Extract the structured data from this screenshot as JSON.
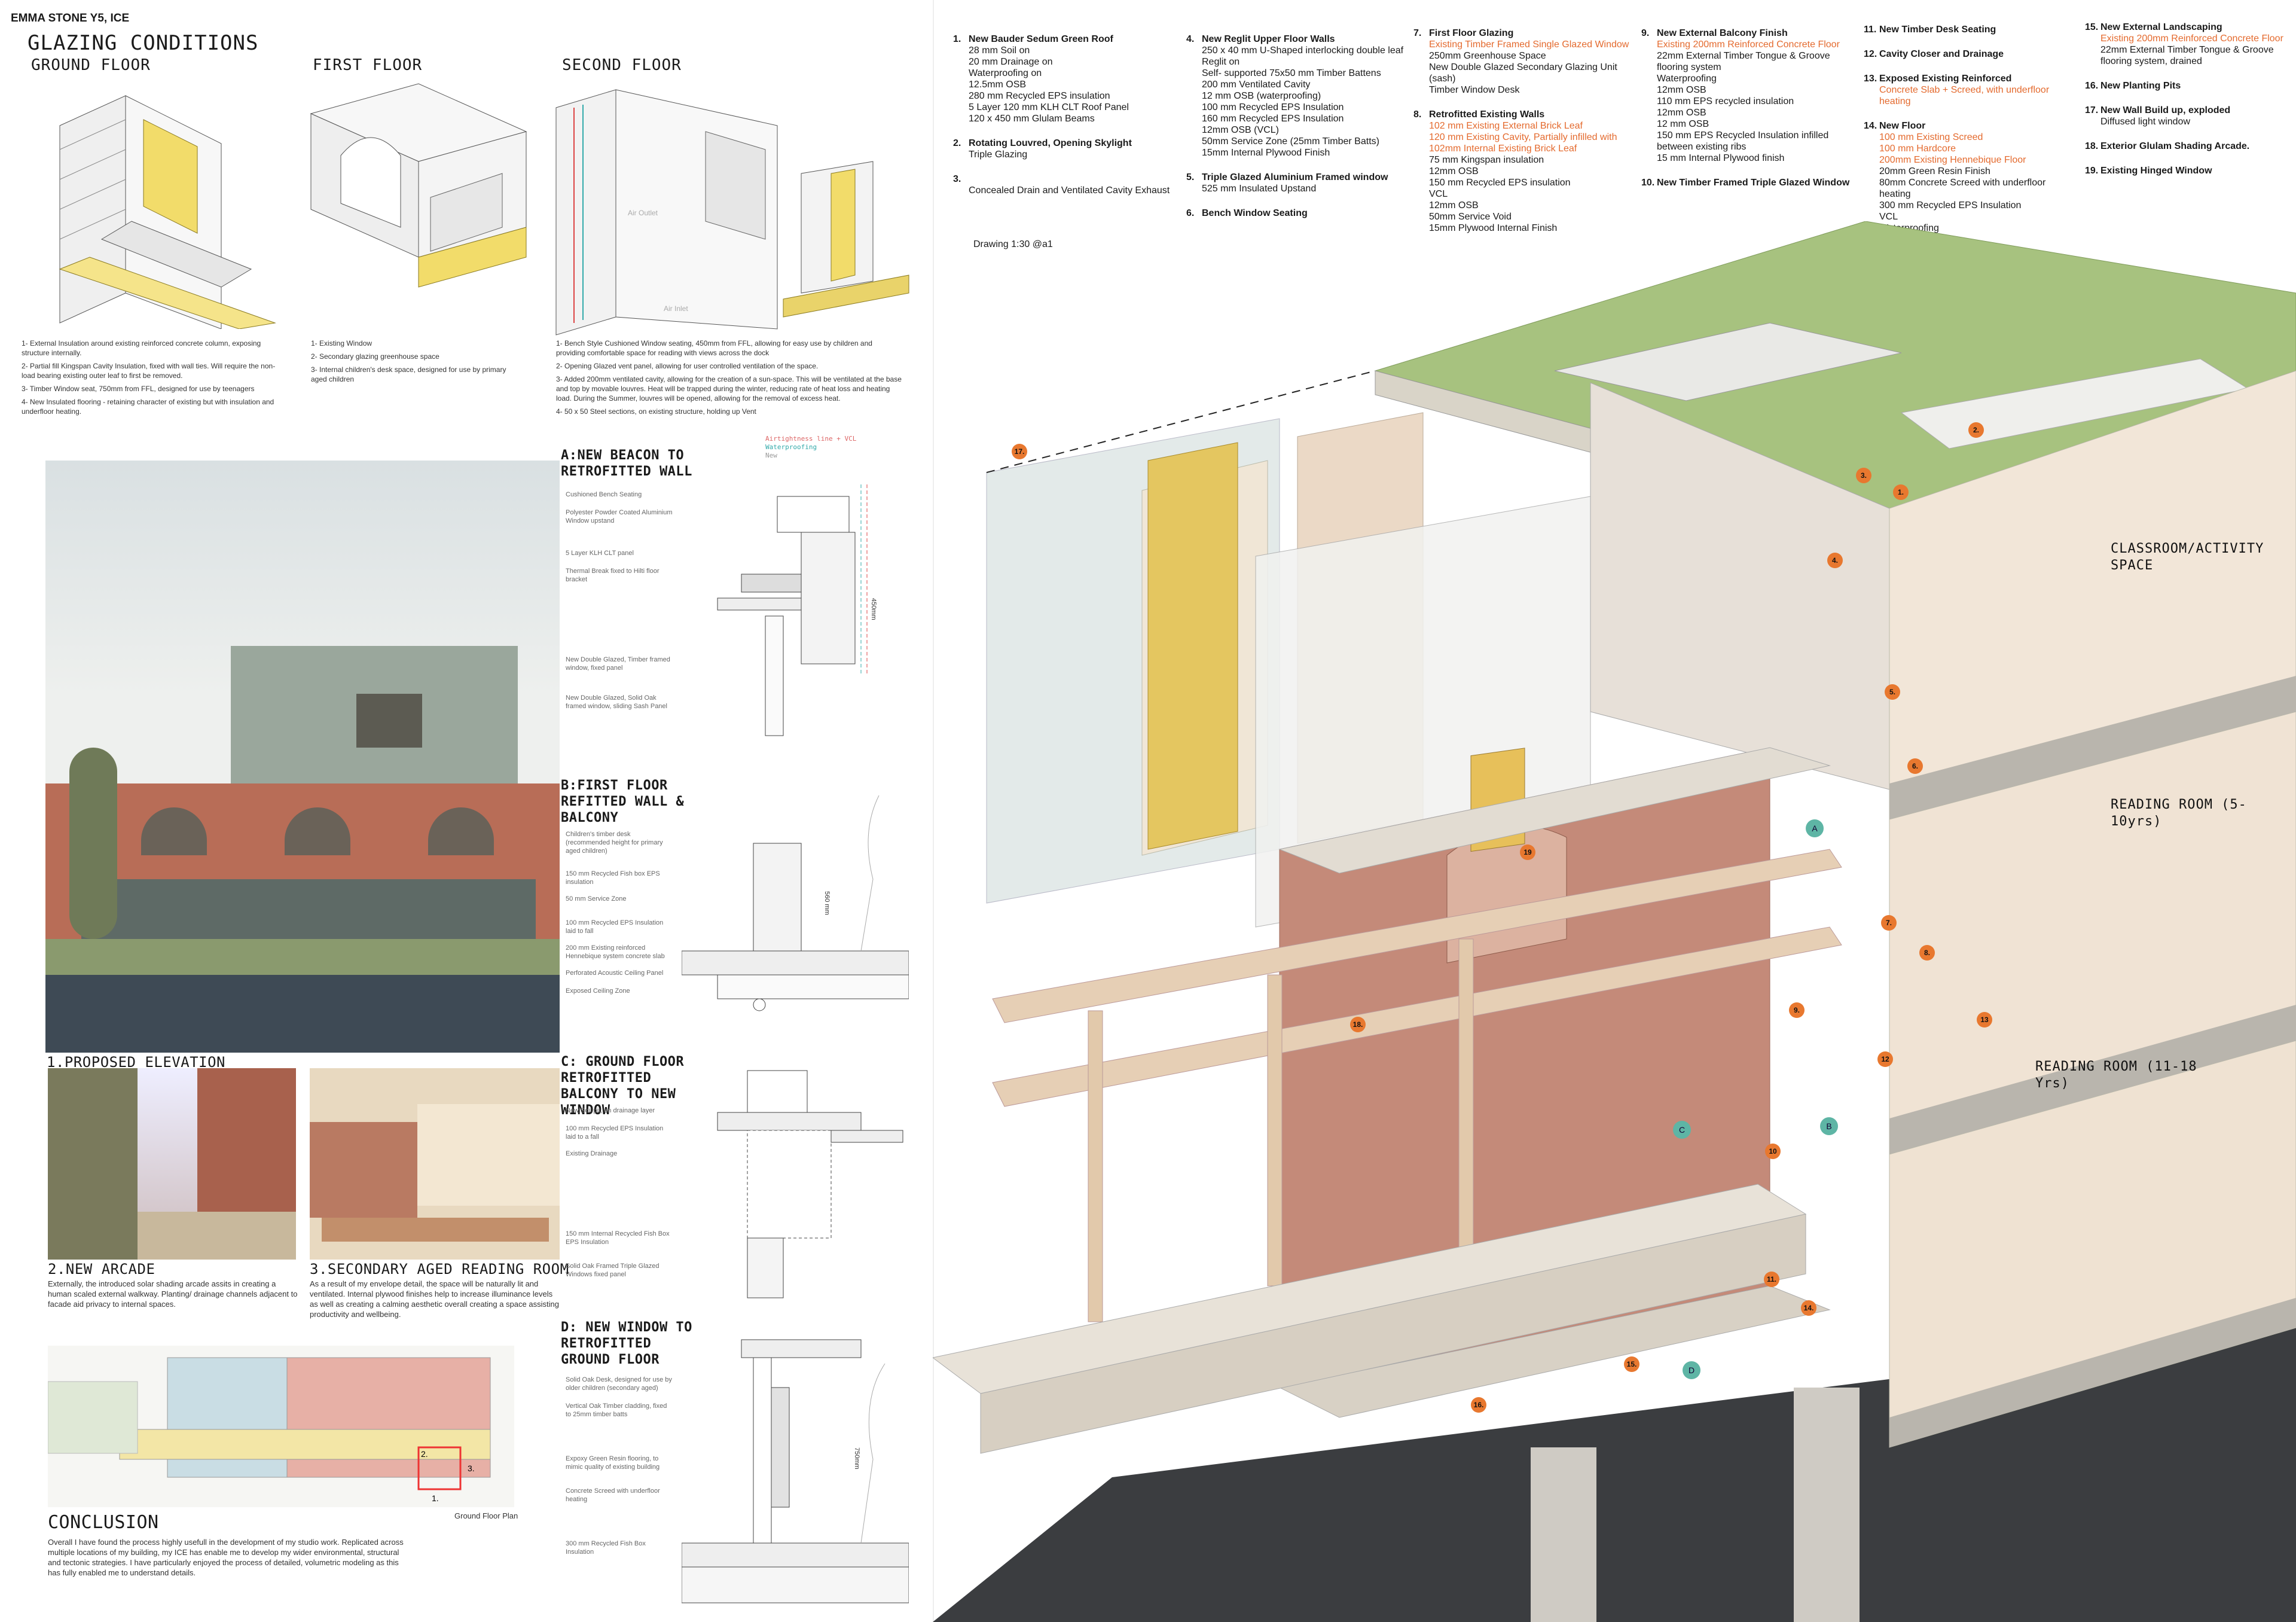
{
  "author": "EMMA STONE Y5, ICE",
  "title": "GLAZING CONDITIONS",
  "floors": [
    "GROUND FLOOR",
    "FIRST FLOOR",
    "SECOND FLOOR"
  ],
  "ground_notes": [
    "1- External Insulation around existing reinforced concrete column, exposing structure internally.",
    "2- Partial fill Kingspan Cavity Insulation, fixed with wall ties. Will require the non-load bearing existing outer leaf to first be removed.",
    "3- Timber Window seat, 750mm from FFL, designed for use by teenagers",
    "4- New Insulated flooring - retaining character of existing but with insulation and underfloor heating."
  ],
  "first_notes": [
    "1- Existing Window",
    "2- Secondary glazing greenhouse space",
    "3- Internal children's desk space, designed for use by primary aged children"
  ],
  "second_notes": [
    "1- Bench Style Cushioned Window seating, 450mm from FFL, allowing for easy use by children and providing comfortable space for reading with views across the dock",
    "2- Opening Glazed vent panel, allowing for user controlled ventilation of the space.",
    "3- Added 200mm ventilated cavity, allowing for the creation of a sun-space. This will be ventilated at the base and top by movable louvres. Heat will be trapped during the winter, reducing rate of heat loss and heating load. During the Summer, louvres will be opened, allowing for the removal of excess heat.",
    "4- 50 x 50 Steel sections, on existing structure, holding up Vent"
  ],
  "air_labels": [
    "Air Outlet",
    "Air Inlet"
  ],
  "detail_sections": [
    {
      "title": "A:NEW BEACON TO RETROFITTED WALL",
      "labels": [
        "Cushioned Bench Seating",
        "Polyester Powder Coated Aluminium Window upstand",
        "5 Layer KLH CLT panel",
        "Thermal Break fixed to Hilti floor bracket",
        "New Double Glazed, Timber framed window, fixed panel",
        "New Double Glazed, Solid Oak framed window, sliding Sash Panel"
      ],
      "dim": "450mm"
    },
    {
      "title": "B:FIRST FLOOR REFITTED WALL & BALCONY",
      "labels": [
        "Children's timber desk (recommended height for primary aged children)",
        "150 mm Recycled Fish box EPS insulation",
        "50 mm Service Zone",
        "100 mm Recycled EPS Insulation laid to fall",
        "200 mm Existing reinforced Hennebique system concrete slab",
        "Perforated Acoustic Ceiling Panel",
        "Exposed Ceiling Zone"
      ],
      "dim": "560 mm"
    },
    {
      "title": "C: GROUND FLOOR RETROFITTED BALCONY TO NEW WINDOW",
      "labels": [
        "New Soil pit, on drainage layer",
        "100 mm Recycled EPS Insulation laid to a fall",
        "Existing Drainage",
        "150 mm Internal Recycled Fish Box EPS Insulation",
        "Solid Oak Framed Triple Glazed Windows fixed panel"
      ],
      "dim": ""
    },
    {
      "title": "D: NEW WINDOW TO RETROFITTED GROUND FLOOR",
      "labels": [
        "Solid Oak Desk, designed for use by older children (secondary aged)",
        "Vertical Oak Timber cladding, fixed to 25mm timber batts",
        "Expoxy Green Resin flooring, to mimic quality of existing building",
        "Concrete Screed with underfloor heating",
        "300 mm Recycled Fish Box Insulation"
      ],
      "dim": "750mm"
    }
  ],
  "section_legend": [
    "Airtightness line + VCL",
    "Waterproofing",
    "New"
  ],
  "captions": {
    "elevation": "1.PROPOSED ELEVATION",
    "arcade": "2.NEW ARCADE",
    "reading": "3.SECONDARY AGED READING ROOM",
    "conclusion": "CONCLUSION",
    "plan": "Ground Floor Plan"
  },
  "arcade_text": "Externally, the introduced solar shading arcade assits in creating a human scaled external walkway. Planting/ drainage channels adjacent to facade aid privacy to internal spaces.",
  "reading_text": "As a result of my envelope detail, the space will be naturally lit and ventilated. Internal plywood finishes help to increase illuminance levels as well as creating a calming aesthetic overall creating a space assisting productivity and wellbeing.",
  "conclusion_text": "Overall I have found the process highly usefull in the development of my studio work. Replicated across multiple locations of my building, my ICE has enable me to develop my wider environmental, structural and tectonic strategies. I have particularly enjoyed the process of detailed, volumetric modeling as this has fully enabled me to understand details.",
  "plan_markers": [
    "2.",
    "1.",
    "3."
  ],
  "drawing_scale": "Drawing 1:30 @a1",
  "rooms": [
    "CLASSROOM/ACTIVITY SPACE",
    "READING ROOM (5-10yrs)",
    "READING ROOM (11-18 Yrs)"
  ],
  "legend": [
    {
      "n": "1.",
      "t": "New Bauder Sedum Green Roof",
      "lines": [
        "28 mm Soil on",
        "20 mm Drainage on",
        "Waterproofing on",
        "12.5mm OSB",
        "280 mm Recycled EPS insulation",
        "5 Layer 120 mm KLH CLT Roof Panel",
        "120 x 450 mm Glulam Beams"
      ],
      "orange": []
    },
    {
      "n": "2.",
      "t": "Rotating Louvred, Opening Skylight",
      "lines": [
        "Triple Glazing"
      ],
      "orange": []
    },
    {
      "n": "3.",
      "t": "",
      "lines": [
        "Concealed Drain and Ventilated Cavity Exhaust"
      ],
      "orange": []
    },
    {
      "n": "4.",
      "t": "New Reglit Upper Floor Walls",
      "lines": [
        "250 x 40 mm U-Shaped interlocking double leaf Reglit on",
        "Self- supported 75x50 mm Timber Battens",
        "200 mm Ventilated Cavity",
        "12 mm OSB (waterproofing)",
        "100 mm Recycled EPS Insulation",
        "160 mm Recycled EPS Insulation",
        "12mm OSB (VCL)",
        "50mm Service Zone (25mm Timber Batts)",
        "15mm Internal Plywood Finish"
      ],
      "orange": []
    },
    {
      "n": "5.",
      "t": "Triple Glazed Aluminium Framed window",
      "lines": [
        "525 mm Insulated Upstand"
      ],
      "orange": []
    },
    {
      "n": "6.",
      "t": "Bench Window Seating",
      "lines": [],
      "orange": []
    },
    {
      "n": "7.",
      "t": "First Floor Glazing",
      "lines": [
        "250mm Greenhouse Space",
        "New Double Glazed Secondary Glazing Unit (sash)",
        "Timber Window Desk"
      ],
      "orange": [
        "Existing Timber Framed Single Glazed Window"
      ]
    },
    {
      "n": "8.",
      "t": "Retrofitted Existing Walls",
      "lines": [
        "75 mm Kingspan insulation",
        "12mm OSB",
        "150 mm Recycled EPS insulation",
        "VCL",
        "12mm OSB",
        "50mm Service Void",
        "15mm Plywood Internal Finish"
      ],
      "orange": [
        "102 mm Existing External Brick Leaf",
        "120 mm Existing Cavity, Partially infilled with",
        "102mm Internal Existing Brick Leaf"
      ]
    },
    {
      "n": "9.",
      "t": "New External Balcony Finish",
      "lines": [
        "22mm External Timber Tongue & Groove flooring system",
        "Waterproofing",
        "12mm OSB",
        "110 mm EPS recycled insulation",
        "12mm OSB",
        "12 mm OSB",
        "150 mm EPS Recycled Insulation infilled between existing ribs",
        "15 mm Internal Plywood finish"
      ],
      "orange": [
        "Existing 200mm Reinforced Concrete Floor"
      ]
    },
    {
      "n": "10.",
      "t": "New Timber Framed Triple Glazed Window",
      "lines": [],
      "orange": []
    },
    {
      "n": "11.",
      "t": "New Timber Desk Seating",
      "lines": [],
      "orange": []
    },
    {
      "n": "12.",
      "t": "Cavity Closer and Drainage",
      "lines": [],
      "orange": []
    },
    {
      "n": "13.",
      "t": "Exposed Existing Reinforced",
      "lines": [],
      "orange": [
        "Concrete Slab + Screed, with underfloor heating"
      ]
    },
    {
      "n": "14.",
      "t": "New Floor",
      "lines": [
        "20mm Green Resin Finish",
        "80mm Concrete Screed with underfloor heating",
        "300 mm Recycled EPS Insulation",
        "VCL",
        "Waterproofing"
      ],
      "orange": [
        "100 mm Existing Screed",
        "100 mm Hardcore",
        "200mm Existing Hennebique Floor"
      ]
    },
    {
      "n": "15.",
      "t": "New External Landscaping",
      "lines": [
        "22mm External Timber Tongue & Groove flooring system, drained"
      ],
      "orange": [
        "Existing 200mm Reinforced Concrete Floor"
      ]
    },
    {
      "n": "16.",
      "t": "New Planting Pits",
      "lines": [],
      "orange": []
    },
    {
      "n": "17.",
      "t": "New Wall Build up, exploded",
      "lines": [
        "Diffused light window"
      ],
      "orange": []
    },
    {
      "n": "18.",
      "t": "Exterior Glulam Shading Arcade.",
      "lines": [],
      "orange": []
    },
    {
      "n": "19.",
      "t": "Existing Hinged Window",
      "lines": [],
      "orange": []
    }
  ],
  "tags": [
    "1.",
    "2.",
    "3.",
    "4.",
    "5.",
    "6.",
    "7.",
    "8.",
    "9.",
    "10",
    "11.",
    "12",
    "13",
    "14.",
    "15.",
    "16.",
    "17.",
    "18.",
    "19"
  ],
  "section_tags": [
    "A",
    "B",
    "C",
    "D"
  ],
  "colors": {
    "accent": "#e8782f",
    "brick": "#c98a78",
    "glass": "#dfe7e6",
    "timber": "#e4cdb5",
    "green_roof": "#9cba76",
    "teal": "#5eb5a5"
  }
}
